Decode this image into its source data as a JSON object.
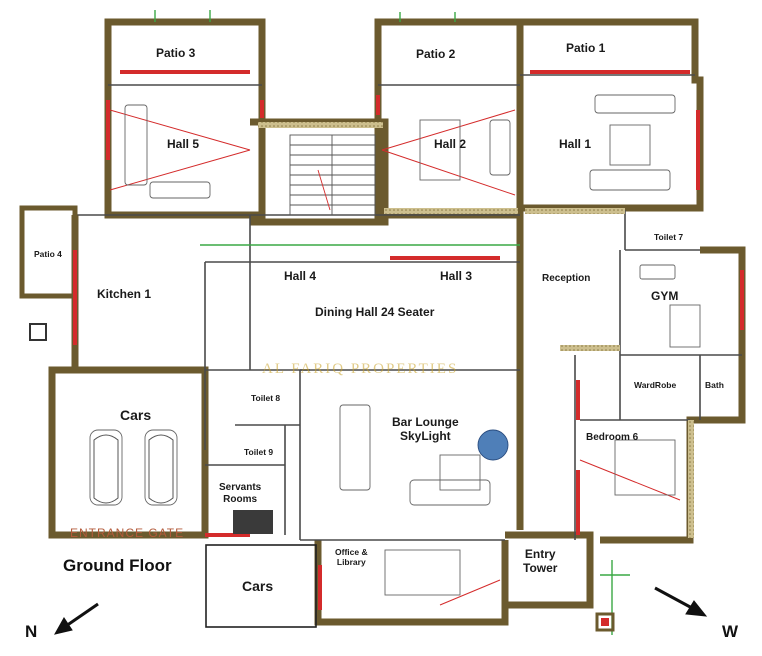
{
  "plan": {
    "title": "Ground Floor",
    "compass": {
      "left": "N",
      "right": "W"
    },
    "watermark": "AL FARIQ PROPERTIES",
    "entrance": "ENTRANCE GATE",
    "rooms": {
      "patio3": "Patio 3",
      "patio2": "Patio 2",
      "patio1": "Patio 1",
      "patio4": "Patio 4",
      "hall5": "Hall 5",
      "hall2": "Hall 2",
      "hall1": "Hall 1",
      "hall4": "Hall 4",
      "hall3": "Hall 3",
      "kitchen1": "Kitchen 1",
      "dining": "Dining Hall 24 Seater",
      "reception": "Reception",
      "gym": "GYM",
      "toilet7": "Toilet 7",
      "wardrobe": "WardRobe",
      "bath": "Bath",
      "cars_top": "Cars",
      "toilet8": "Toilet 8",
      "toilet9": "Toilet 9",
      "bar_line1": "Bar Lounge",
      "bar_line2": "SkyLight",
      "bedroom6": "Bedroom 6",
      "servants_line1": "Servants",
      "servants_line2": "Rooms",
      "office_line1": "Office &",
      "office_line2": "Library",
      "entry_line1": "Entry",
      "entry_line2": "Tower",
      "cars_bottom": "Cars"
    }
  }
}
